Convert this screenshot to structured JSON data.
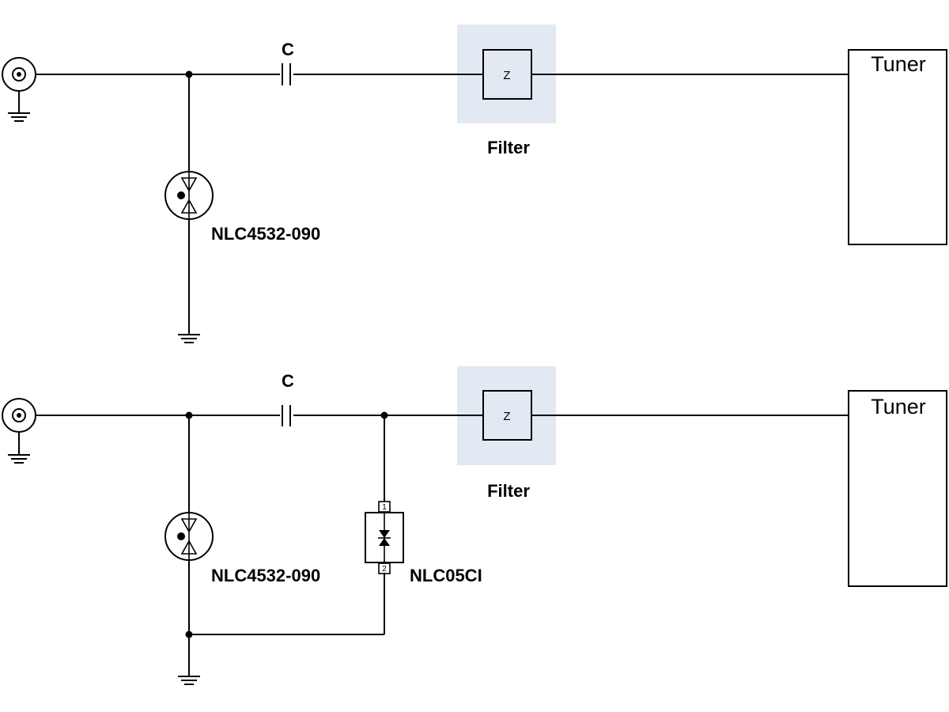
{
  "circuits": [
    {
      "id": "top",
      "capacitor_label": "C",
      "filter_label": "Filter",
      "filter_symbol": "Z",
      "tuner_label": "Tuner",
      "surge_arrester_label": "NLC4532-090"
    },
    {
      "id": "bottom",
      "capacitor_label": "C",
      "filter_label": "Filter",
      "filter_symbol": "Z",
      "tuner_label": "Tuner",
      "surge_arrester_label": "NLC4532-090",
      "tvs_label": "NLC05CI",
      "tvs_pin1": "1",
      "tvs_pin2": "2"
    }
  ],
  "colors": {
    "filter_highlight": "#e2e9f3",
    "tuner_fill": "#dfe8f3",
    "line": "#000000"
  }
}
